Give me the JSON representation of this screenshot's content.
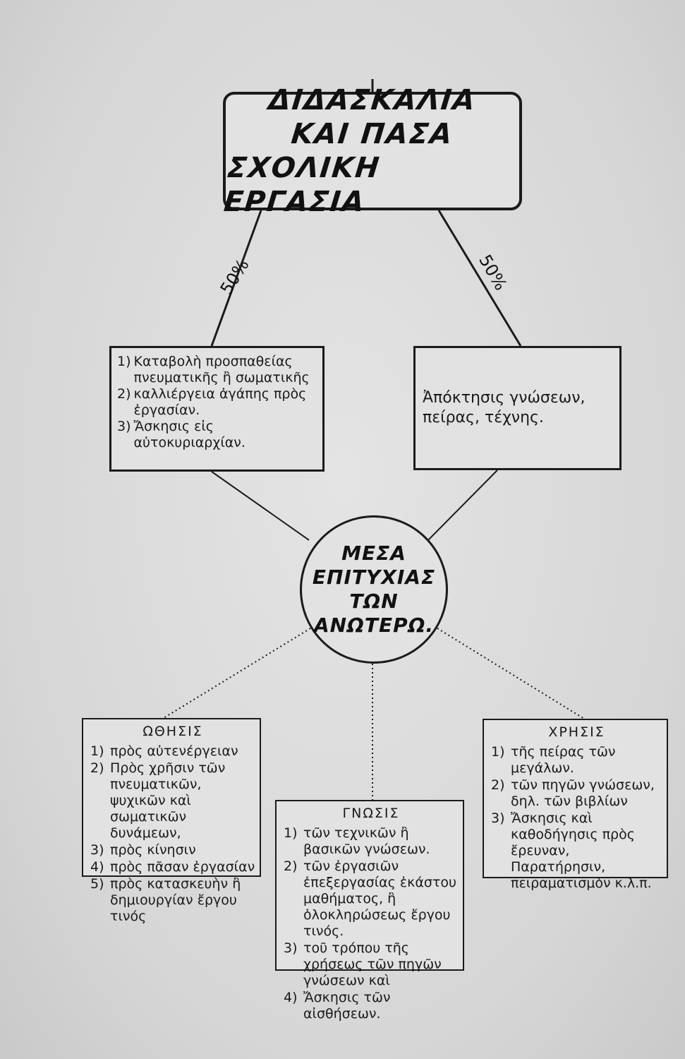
{
  "title": {
    "lines": [
      "ΔΙΔΑΣΚΑΛΙΑ",
      "ΚΑΙ ΠΑΣΑ",
      "ΣΧΟΛΙΚΗ ΕΡΓΑΣΙΑ"
    ]
  },
  "edges": {
    "left_percent": "50%",
    "right_percent": "50%"
  },
  "left_box": {
    "items": [
      {
        "num": "1)",
        "text": "Καταβολὴ προσπαθείας πνευματικῆς ἢ σωματικῆς"
      },
      {
        "num": "2)",
        "text": "καλλιέργεια ἀγάπης πρὸς ἐργασίαν."
      },
      {
        "num": "3)",
        "text": "Ἄσκησις εἰς αὐτοκυριαρχίαν."
      }
    ]
  },
  "right_box": {
    "text": "Ἀπόκτησις γνώσεων, πείρας, τέχνης."
  },
  "center": {
    "lines": [
      "ΜΕΣΑ",
      "ΕΠΙΤΥΧΙΑΣ",
      "ΤΩΝ",
      "ΑΝΩΤΕΡΩ."
    ]
  },
  "othisis": {
    "heading": "ΩΘΗΣΙΣ",
    "items": [
      {
        "num": "1)",
        "text": "πρὸς αὐτενέργειαν"
      },
      {
        "num": "2)",
        "text": "Πρὸς χρῆσιν τῶν πνευματικῶν, ψυχικῶν καὶ σωματικῶν δυνάμεων,"
      },
      {
        "num": "3)",
        "text": "πρὸς κίνησιν"
      },
      {
        "num": "4)",
        "text": "πρὸς πᾶσαν ἐργασίαν"
      },
      {
        "num": "5)",
        "text": "πρὸς κατασκευὴν ἢ δημιουργίαν ἔργου τινός"
      }
    ]
  },
  "gnosis": {
    "heading": "ΓΝΩΣΙΣ",
    "items": [
      {
        "num": "1)",
        "text": "τῶν τεχνικῶν ἢ βασικῶν γνώσεων."
      },
      {
        "num": "2)",
        "text": "τῶν ἐργασιῶν ἐπεξεργασίας ἑκάστου μαθήματος, ἢ ὁλοκληρώσεως ἔργου τινός."
      },
      {
        "num": "3)",
        "text": "τοῦ τρόπου τῆς χρήσεως τῶν πηγῶν γνώσεων καὶ"
      },
      {
        "num": "4)",
        "text": "Ἄσκησις τῶν αἰσθήσεων."
      }
    ]
  },
  "chrisis": {
    "heading": "ΧΡΗΣΙΣ",
    "items": [
      {
        "num": "1)",
        "text": "τῆς πείρας τῶν μεγάλων."
      },
      {
        "num": "2)",
        "text": "τῶν πηγῶν γνώσεων, δηλ. τῶν βιβλίων"
      },
      {
        "num": "3)",
        "text": "Ἄσκησις καὶ καθοδήγησις πρὸς ἔρευναν, Παρατήρησιν, πειραματισμὸν κ.λ.π."
      }
    ]
  },
  "colors": {
    "ink": "#1b1b1b",
    "paper": "#e2e2e2"
  }
}
